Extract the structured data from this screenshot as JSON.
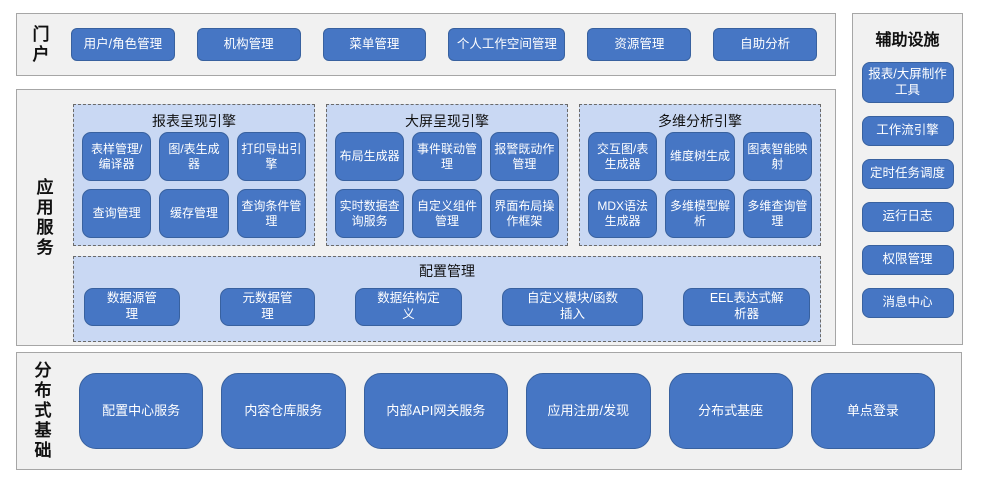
{
  "colors": {
    "button_blue": "#4676c4",
    "button_border": "#38619f",
    "panel_light_blue": "#c9d8f3",
    "section_gray": "#f1f1f1",
    "section_border": "#a6a6a6",
    "dashed_border": "#6a6a6a",
    "button_text": "#ffffff"
  },
  "portal": {
    "label": "门户",
    "buttons": [
      "用户/角色管理",
      "机构管理",
      "菜单管理",
      "个人工作空间管理",
      "资源管理",
      "自助分析"
    ]
  },
  "app": {
    "label": "应用服务",
    "engines": [
      {
        "title": "报表呈现引擎",
        "buttons": [
          "表样管理/编译器",
          "图/表生成器",
          "打印导出引擎",
          "查询管理",
          "缓存管理",
          "查询条件管理"
        ]
      },
      {
        "title": "大屏呈现引擎",
        "buttons": [
          "布局生成器",
          "事件联动管理",
          "报警既动作管理",
          "实时数据查询服务",
          "自定义组件管理",
          "界面布局操作框架"
        ]
      },
      {
        "title": "多维分析引擎",
        "buttons": [
          "交互图/表生成器",
          "维度树生成",
          "图表智能映射",
          "MDX语法生成器",
          "多维模型解析",
          "多维查询管理"
        ]
      }
    ],
    "config": {
      "title": "配置管理",
      "buttons": [
        "数据源管理",
        "元数据管理",
        "数据结构定义",
        "自定义模块/函数插入",
        "EEL表达式解析器"
      ]
    }
  },
  "dist": {
    "label": "分布式基础",
    "buttons": [
      "配置中心服务",
      "内容仓库服务",
      "内部API网关服务",
      "应用注册/发现",
      "分布式基座",
      "单点登录"
    ]
  },
  "aux": {
    "title": "辅助设施",
    "buttons": [
      "报表/大屏制作工具",
      "工作流引擎",
      "定时任务调度",
      "运行日志",
      "权限管理",
      "消息中心"
    ]
  }
}
